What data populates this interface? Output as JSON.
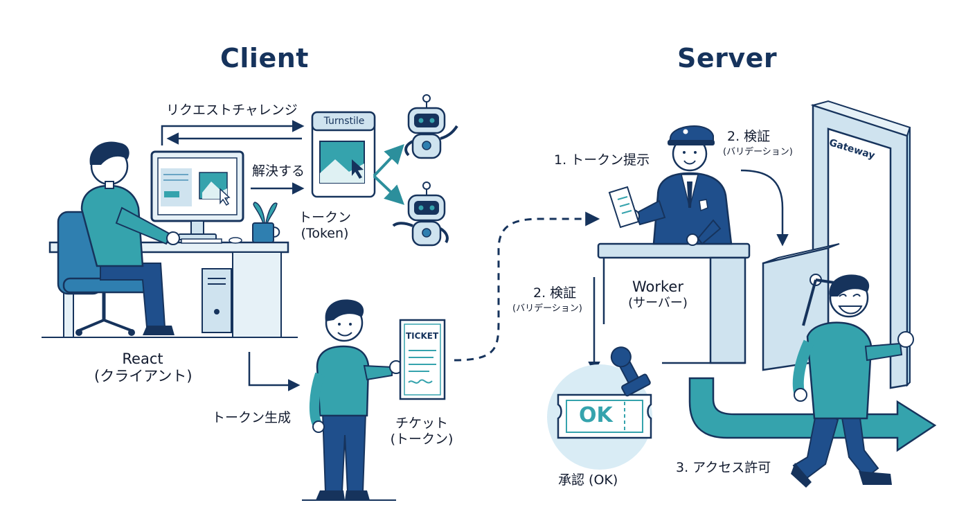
{
  "headings": {
    "client": "Client",
    "server": "Server"
  },
  "client": {
    "request_challenge": "リクエストチャレンジ",
    "solve": "解決する",
    "turnstile_title": "Turnstile",
    "token_label_1": "トークン",
    "token_label_2": "(Token)",
    "react_label_1": "React",
    "react_label_2": "(クライアント)",
    "token_generate": "トークン生成",
    "ticket_card": "TICKET",
    "ticket_label_1": "チケット",
    "ticket_label_2": "(トークン)"
  },
  "server": {
    "present_token": "1. トークン提示",
    "verify_top_1": "2. 検証",
    "verify_top_2": "(バリデーション)",
    "gateway_sign": "Gateway",
    "verify_mid_1": "2. 検証",
    "verify_mid_2": "(バリデーション)",
    "worker_1": "Worker",
    "worker_2": "(サーバー)",
    "ok_stamp": "OK",
    "approval": "承認 (OK)",
    "access_granted": "3. アクセス許可"
  },
  "colors": {
    "navy": "#16335c",
    "teal": "#35a3ad",
    "light_blue": "#cfe3ef",
    "pale_blue": "#e6f1f7"
  }
}
